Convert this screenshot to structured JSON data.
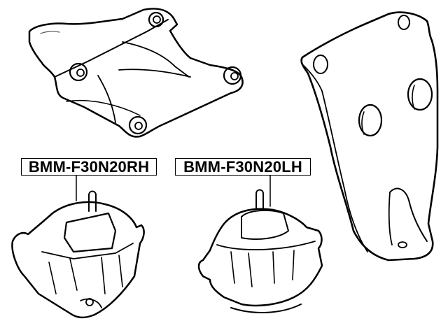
{
  "figure": {
    "description": "Engine mount parts line drawing",
    "parts": [
      {
        "id": "upper-bracket",
        "label": ""
      },
      {
        "id": "side-bracket",
        "label": ""
      },
      {
        "id": "mount-rh",
        "label": "BMM-F30N20RH"
      },
      {
        "id": "mount-lh",
        "label": "BMM-F30N20LH"
      }
    ]
  },
  "labels": {
    "rh": "BMM-F30N20RH",
    "lh": "BMM-F30N20LH"
  },
  "colors": {
    "line": "#000000",
    "background": "#ffffff",
    "shading": "#9a9a9a"
  }
}
